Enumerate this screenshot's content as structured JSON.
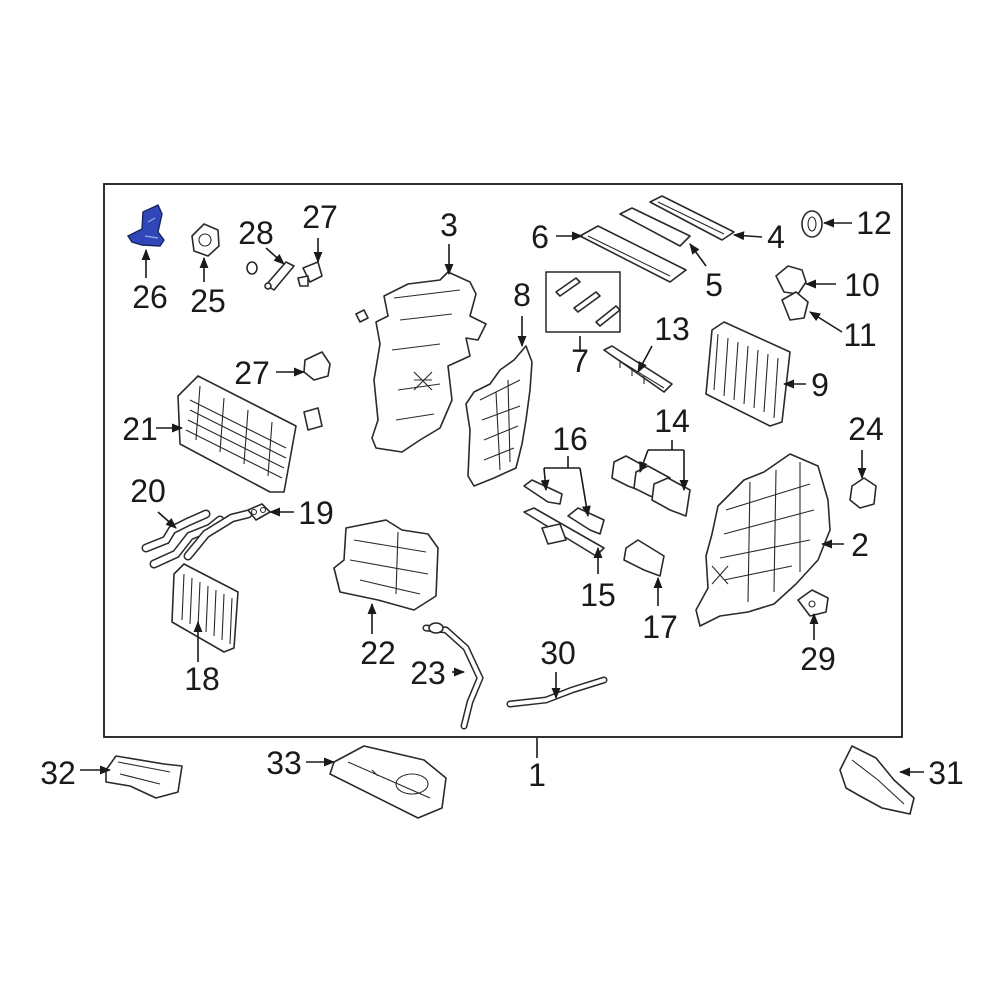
{
  "diagram": {
    "callouts": [
      {
        "id": "c1",
        "label": "1"
      },
      {
        "id": "c2",
        "label": "2"
      },
      {
        "id": "c3",
        "label": "3"
      },
      {
        "id": "c4",
        "label": "4"
      },
      {
        "id": "c5",
        "label": "5"
      },
      {
        "id": "c6",
        "label": "6"
      },
      {
        "id": "c7",
        "label": "7"
      },
      {
        "id": "c8",
        "label": "8"
      },
      {
        "id": "c9",
        "label": "9"
      },
      {
        "id": "c10",
        "label": "10"
      },
      {
        "id": "c11",
        "label": "11"
      },
      {
        "id": "c12",
        "label": "12"
      },
      {
        "id": "c13",
        "label": "13"
      },
      {
        "id": "c14",
        "label": "14"
      },
      {
        "id": "c15",
        "label": "15"
      },
      {
        "id": "c16",
        "label": "16"
      },
      {
        "id": "c17",
        "label": "17"
      },
      {
        "id": "c18",
        "label": "18"
      },
      {
        "id": "c19",
        "label": "19"
      },
      {
        "id": "c20",
        "label": "20"
      },
      {
        "id": "c21",
        "label": "21"
      },
      {
        "id": "c22",
        "label": "22"
      },
      {
        "id": "c23",
        "label": "23"
      },
      {
        "id": "c24",
        "label": "24"
      },
      {
        "id": "c25",
        "label": "25"
      },
      {
        "id": "c26",
        "label": "26"
      },
      {
        "id": "c27a",
        "label": "27"
      },
      {
        "id": "c27b",
        "label": "27"
      },
      {
        "id": "c28",
        "label": "28"
      },
      {
        "id": "c29",
        "label": "29"
      },
      {
        "id": "c30",
        "label": "30"
      },
      {
        "id": "c31",
        "label": "31"
      },
      {
        "id": "c32",
        "label": "32"
      },
      {
        "id": "c33",
        "label": "33"
      }
    ],
    "highlight_color": "#2f47b8",
    "line_color": "#1a1a1a",
    "highlighted_part": "26"
  }
}
